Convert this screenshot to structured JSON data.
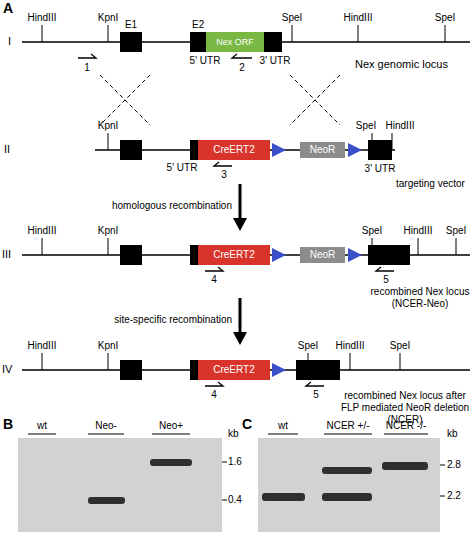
{
  "diagram": {
    "nodes": [
      {
        "text": [
          "E1"
        ]
      },
      {
        "text": [
          "E2"
        ]
      },
      {
        "text": [
          "Nex ORF"
        ],
        "in": 1
      },
      {
        "text": [
          "CreERT2"
        ]
      },
      {
        "text": [
          "NeoR"
        ]
      },
      {
        "text": [
          "CreERT2"
        ]
      },
      {
        "text": [
          "NeoR"
        ]
      },
      {
        "text": [
          "CreERT2"
        ]
      }
    ],
    "labels": [
      "A",
      "I",
      "HindIII",
      "KpnI",
      "SpeI",
      "HindIII",
      "SpeI",
      "5' UTR",
      "3' UTR",
      "1",
      "2",
      "Nex genomic locus",
      "II",
      "KpnI",
      "SpeI",
      "HindIII",
      "5' UTR",
      "3' UTR",
      "3",
      "targeting vector",
      "homologous recombination",
      "III",
      "HindIII",
      "KpnI",
      "SpeI",
      "HindIII",
      "SpeI",
      "4",
      "5",
      "recombined Nex locus (NCER-Neo)",
      "site-specific recombination",
      "IV",
      "HindIII",
      "KpnI",
      "SpeI",
      "HindIII",
      "SpeI",
      "4",
      "5",
      "recombined Nex locus after FLP mediated NeoR deletion (NCER)",
      "B",
      "wt",
      "Neo-",
      "Neo+",
      "kb",
      "1.6",
      "0.4",
      "C",
      "wt",
      "NCER +/-",
      "NCER -/-",
      "kb",
      "2.8",
      "2.2"
    ]
  }
}
